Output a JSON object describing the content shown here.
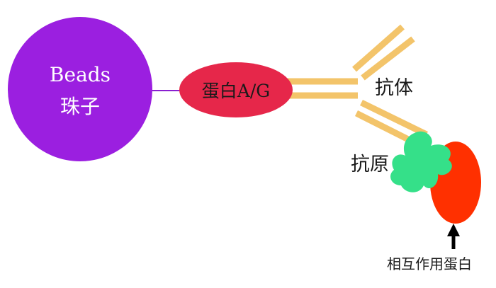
{
  "labels": {
    "beads_en": "Beads",
    "beads_zh": "珠子",
    "protein_ag": "蛋白A/G",
    "antibody": "抗体",
    "antigen": "抗原",
    "interacting_protein": "相互作用蛋白"
  },
  "colors": {
    "beads": "#9b1fe0",
    "protein_ag": "#e6274a",
    "antibody": "#f3c46a",
    "antigen": "#35e089",
    "interacting_protein": "#ff3000",
    "linker": "#8a1fd0",
    "arrow": "#000000",
    "background": "#ffffff"
  }
}
